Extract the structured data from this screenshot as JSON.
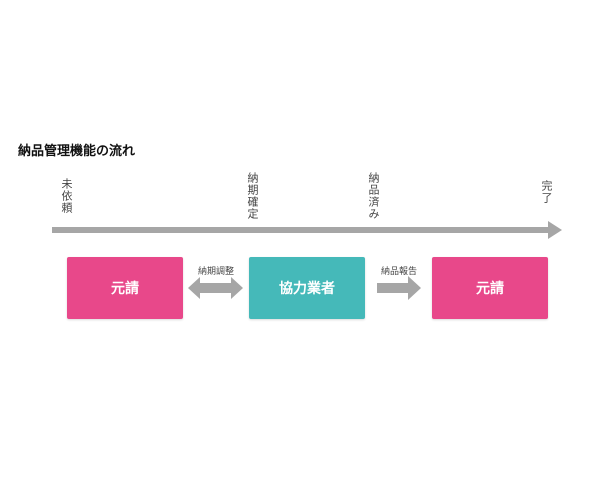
{
  "title": "納品管理機能の流れ",
  "timeline": {
    "stages": [
      "未依頼",
      "納期確定",
      "納品済み",
      "完了"
    ]
  },
  "actors": {
    "left": "元請",
    "center": "協力業者",
    "right": "元請"
  },
  "connectors": {
    "left": "納期調整",
    "right": "納品報告"
  },
  "colors": {
    "client": "#e8488a",
    "partner": "#45b9b9",
    "arrow": "#a6a6a6"
  }
}
